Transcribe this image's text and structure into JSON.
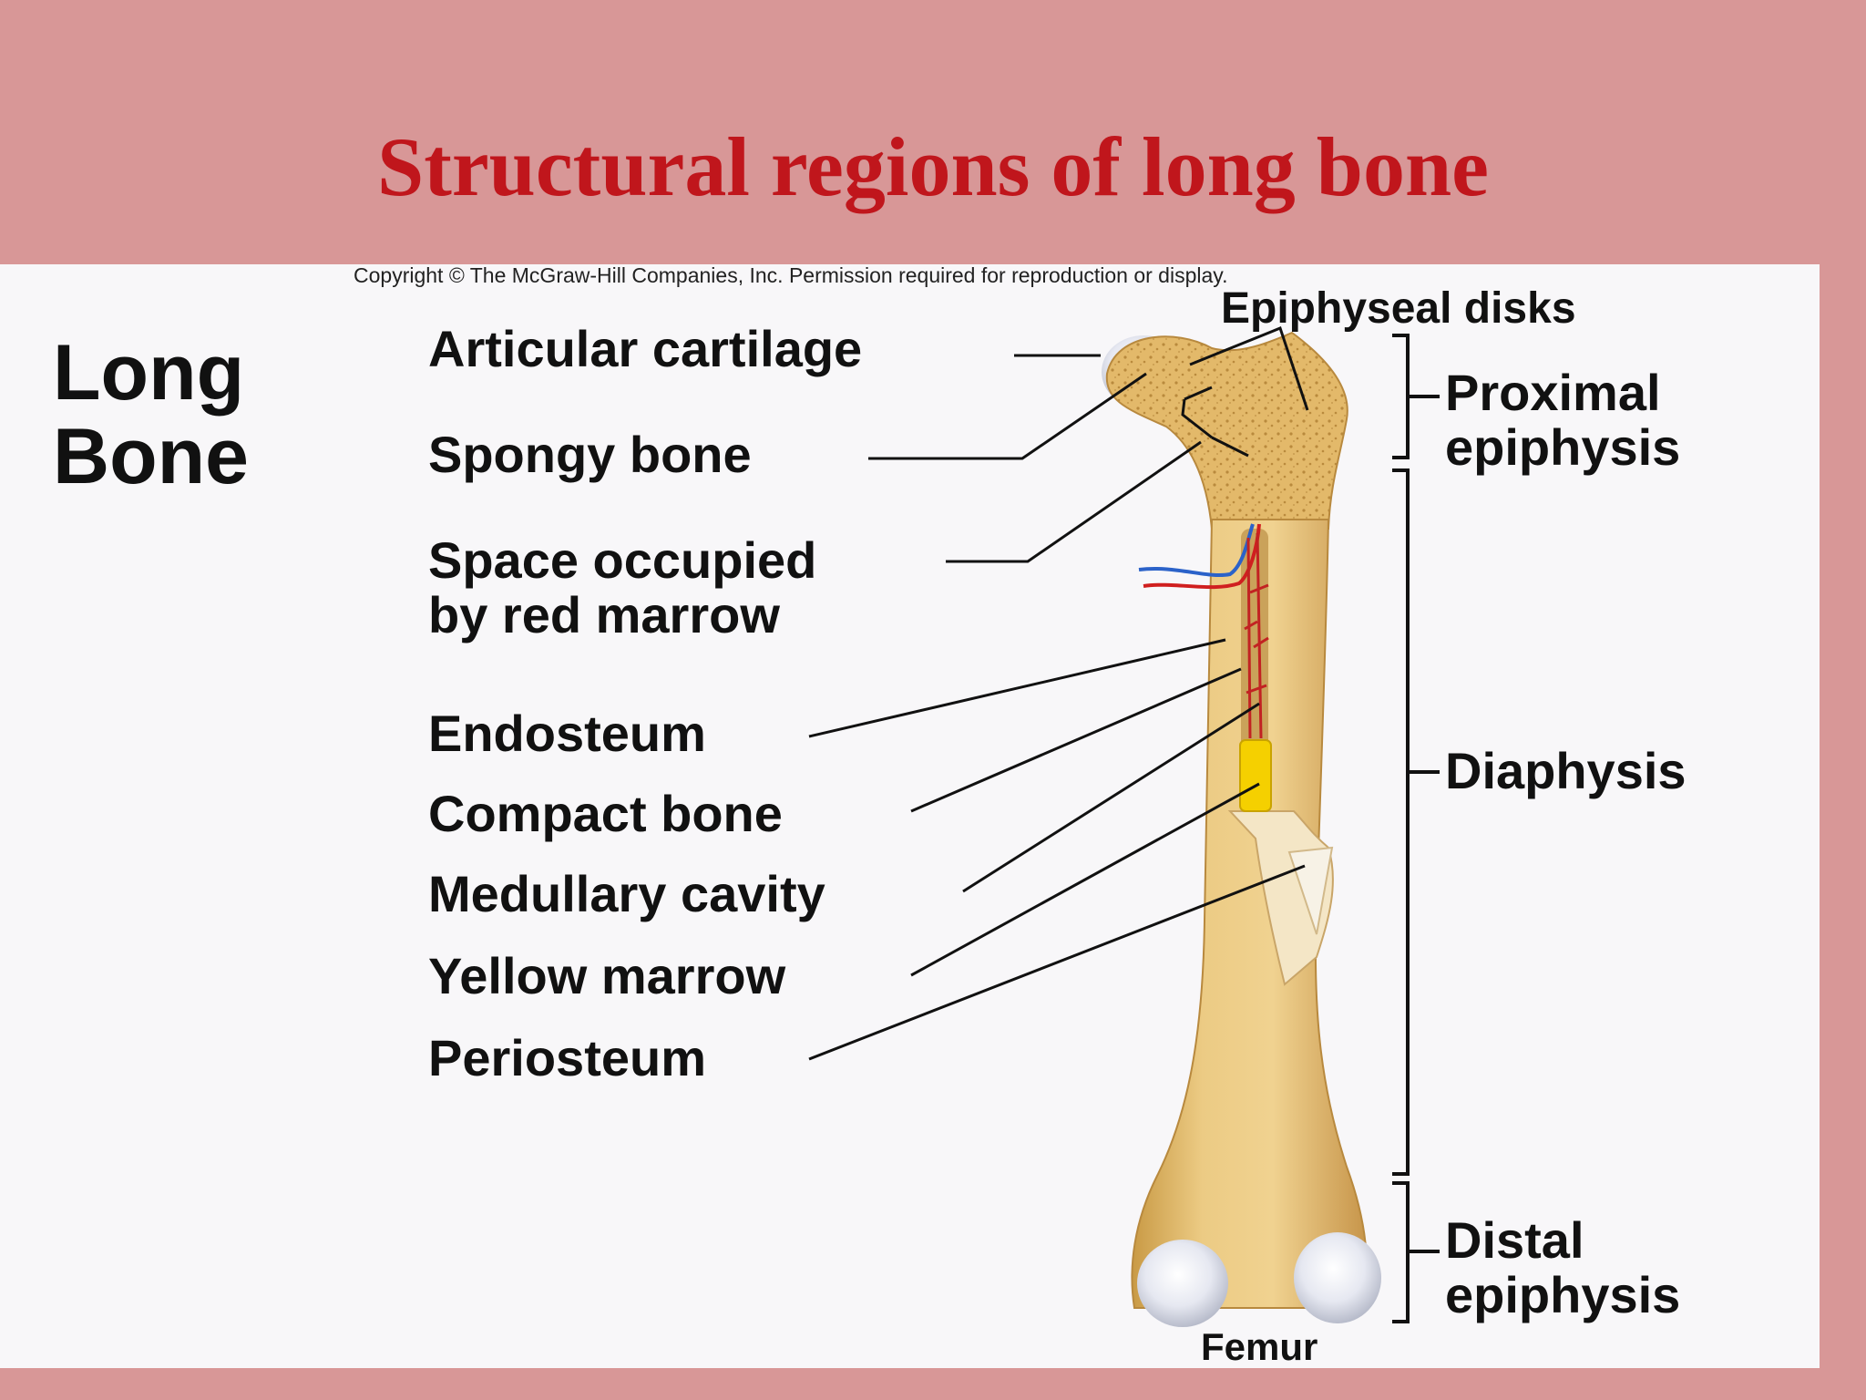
{
  "slide": {
    "title": "Structural regions of long bone"
  },
  "figure": {
    "copyright": "Copyright © The McGraw-Hill Companies, Inc. Permission required for reproduction or display.",
    "heading_line1": "Long",
    "heading_line2": "Bone",
    "caption": "Femur",
    "labels": {
      "articular_cartilage": "Articular cartilage",
      "spongy_bone": "Spongy bone",
      "red_marrow_line1": "Space occupied",
      "red_marrow_line2": "by red marrow",
      "endosteum": "Endosteum",
      "compact_bone": "Compact bone",
      "medullary_cavity": "Medullary cavity",
      "yellow_marrow": "Yellow marrow",
      "periosteum": "Periosteum",
      "epiphyseal_disks": "Epiphyseal disks"
    },
    "regions": {
      "proximal_line1": "Proximal",
      "proximal_line2": "epiphysis",
      "diaphysis": "Diaphysis",
      "distal_line1": "Distal",
      "distal_line2": "epiphysis"
    },
    "colors": {
      "bone": "#e9c479",
      "bone_dark": "#c99a45",
      "cartilage": "#e4e6f0",
      "yellow_marrow": "#f5d000",
      "artery": "#d01f1f",
      "vein": "#2b62c9"
    }
  }
}
